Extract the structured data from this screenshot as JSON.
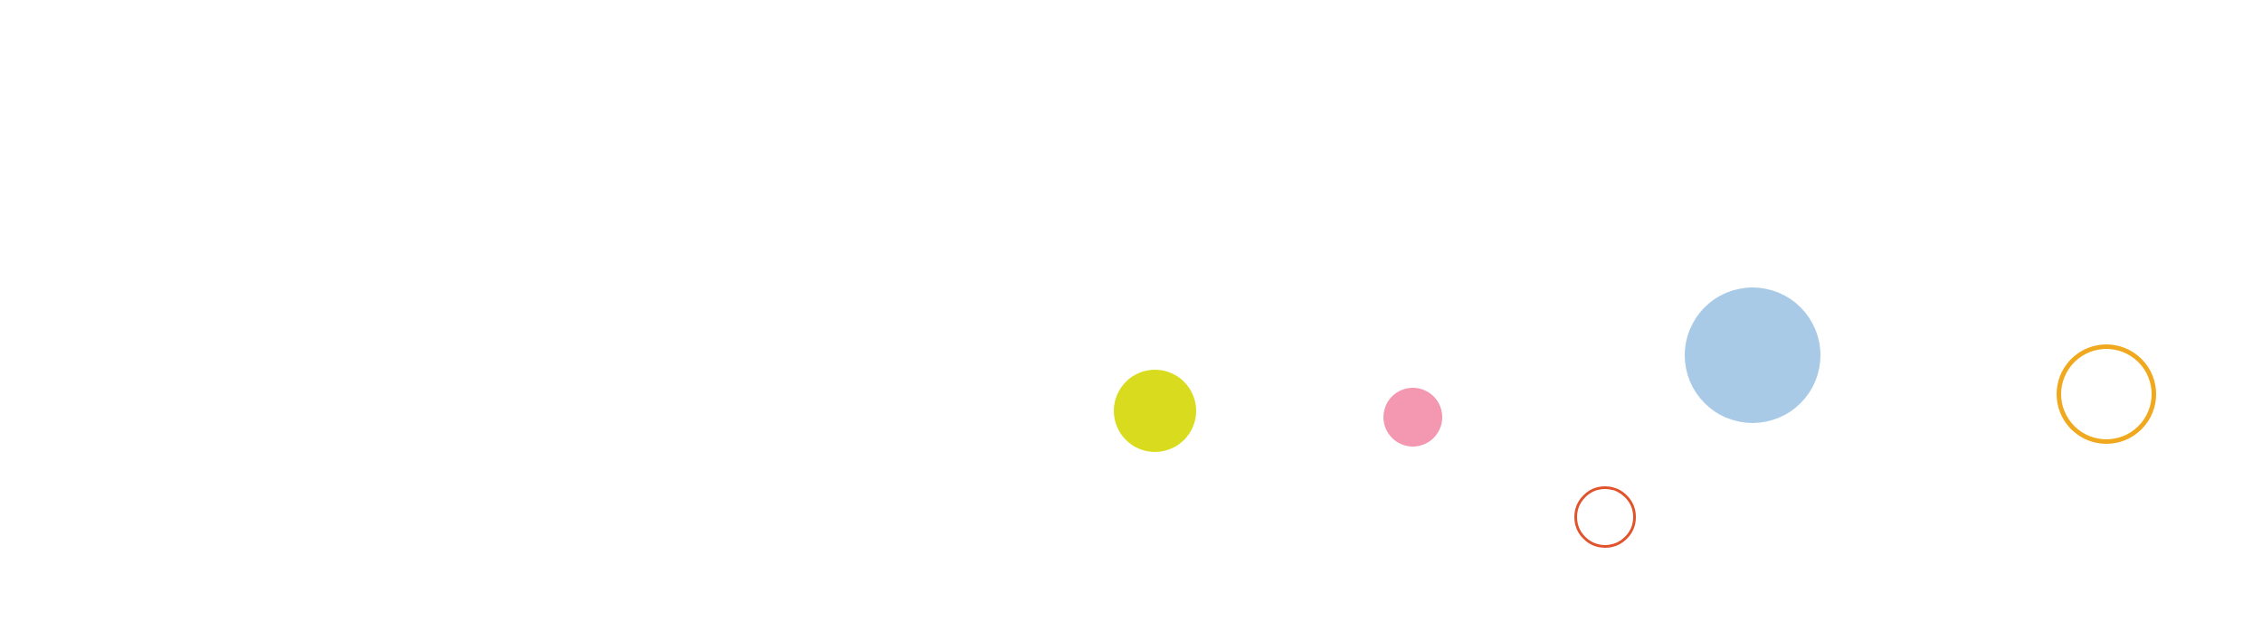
{
  "decorations": {
    "circles": [
      {
        "id": "circle-yellow-filled",
        "style": "filled",
        "color": "#d9dc1e"
      },
      {
        "id": "circle-pink-filled",
        "style": "filled",
        "color": "#f497b0"
      },
      {
        "id": "circle-blue-filled",
        "style": "filled",
        "color": "#a9cae6"
      },
      {
        "id": "circle-red-outline",
        "style": "outline",
        "color": "#e0532b"
      },
      {
        "id": "circle-orange-outline",
        "style": "outline",
        "color": "#f0a81e"
      }
    ]
  }
}
